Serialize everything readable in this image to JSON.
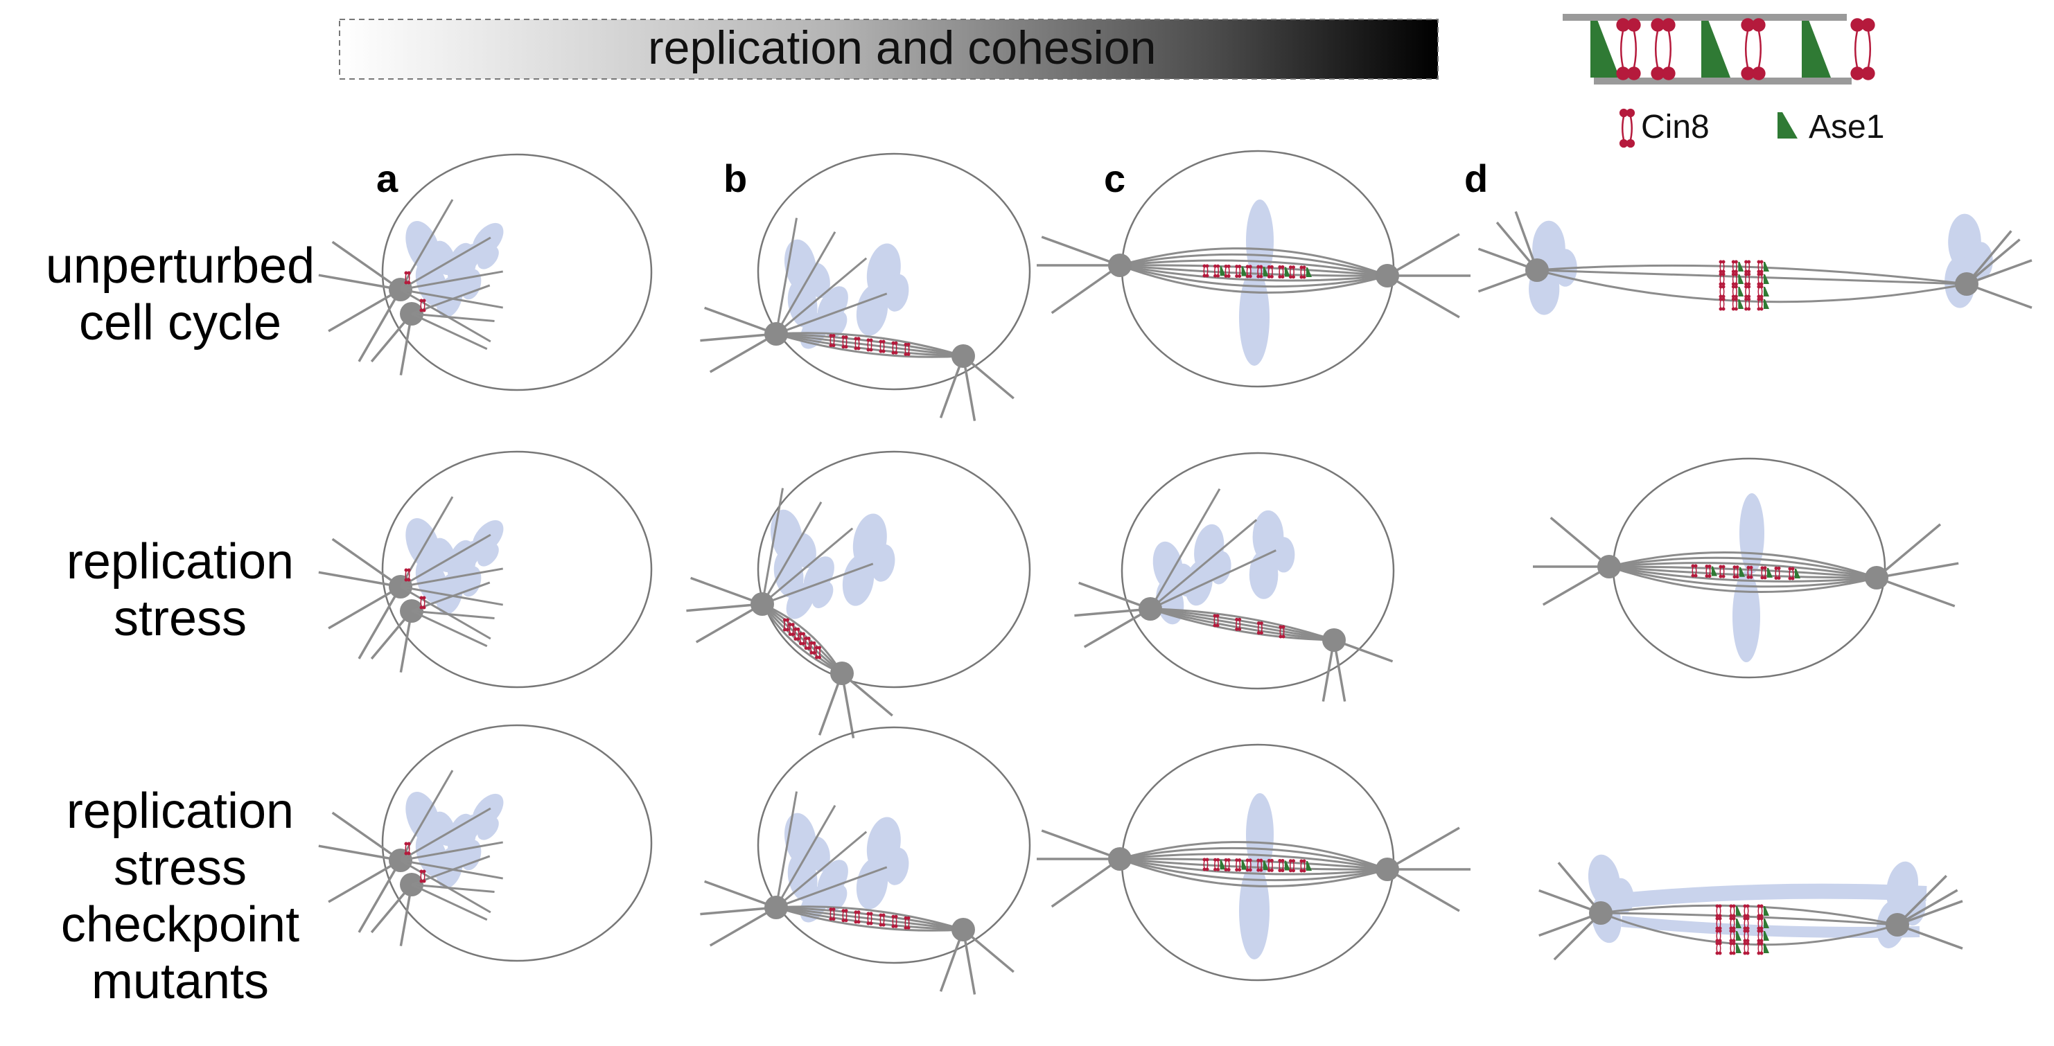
{
  "banner": {
    "label": "replication and cohesion"
  },
  "legend": {
    "cin8_label": "Cin8",
    "ase1_label": "Ase1"
  },
  "panels": [
    "a",
    "b",
    "c",
    "d"
  ],
  "rows": [
    {
      "lines": [
        "unperturbed",
        "cell cycle"
      ]
    },
    {
      "lines": [
        "replication",
        "stress"
      ]
    },
    {
      "lines": [
        "replication",
        "stress",
        "checkpoint",
        "mutants"
      ]
    }
  ],
  "colors": {
    "chromosome": "#c9d3ec",
    "spindle_pole": "#8a8a8a",
    "microtubule": "#8c8c8c",
    "nucleus_outline": "#777777",
    "cin8": "#b51a3c",
    "ase1": "#2f7a34"
  }
}
